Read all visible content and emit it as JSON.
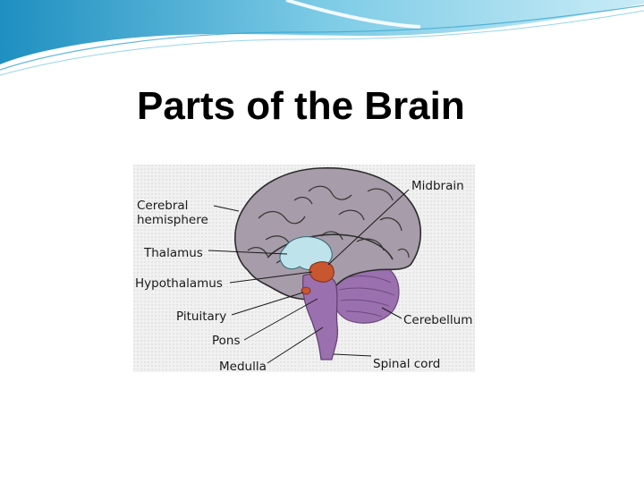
{
  "slide": {
    "title": "Parts of the Brain"
  },
  "diagram": {
    "labels": {
      "midbrain": "Midbrain",
      "cerebral_line1": "Cerebral",
      "cerebral_line2": "hemisphere",
      "thalamus": "Thalamus",
      "hypothalamus": "Hypothalamus",
      "pituitary": "Pituitary",
      "pons": "Pons",
      "medulla": "Medulla",
      "cerebellum": "Cerebellum",
      "spinal_cord": "Spinal cord"
    },
    "colors": {
      "cerebrum": "#a79ca9",
      "thalamus": "#bfe3ea",
      "hypothalamus": "#c8562f",
      "brainstem": "#9b70ae",
      "cerebellum": "#9b70ae",
      "banner": "#57b8d9"
    }
  }
}
